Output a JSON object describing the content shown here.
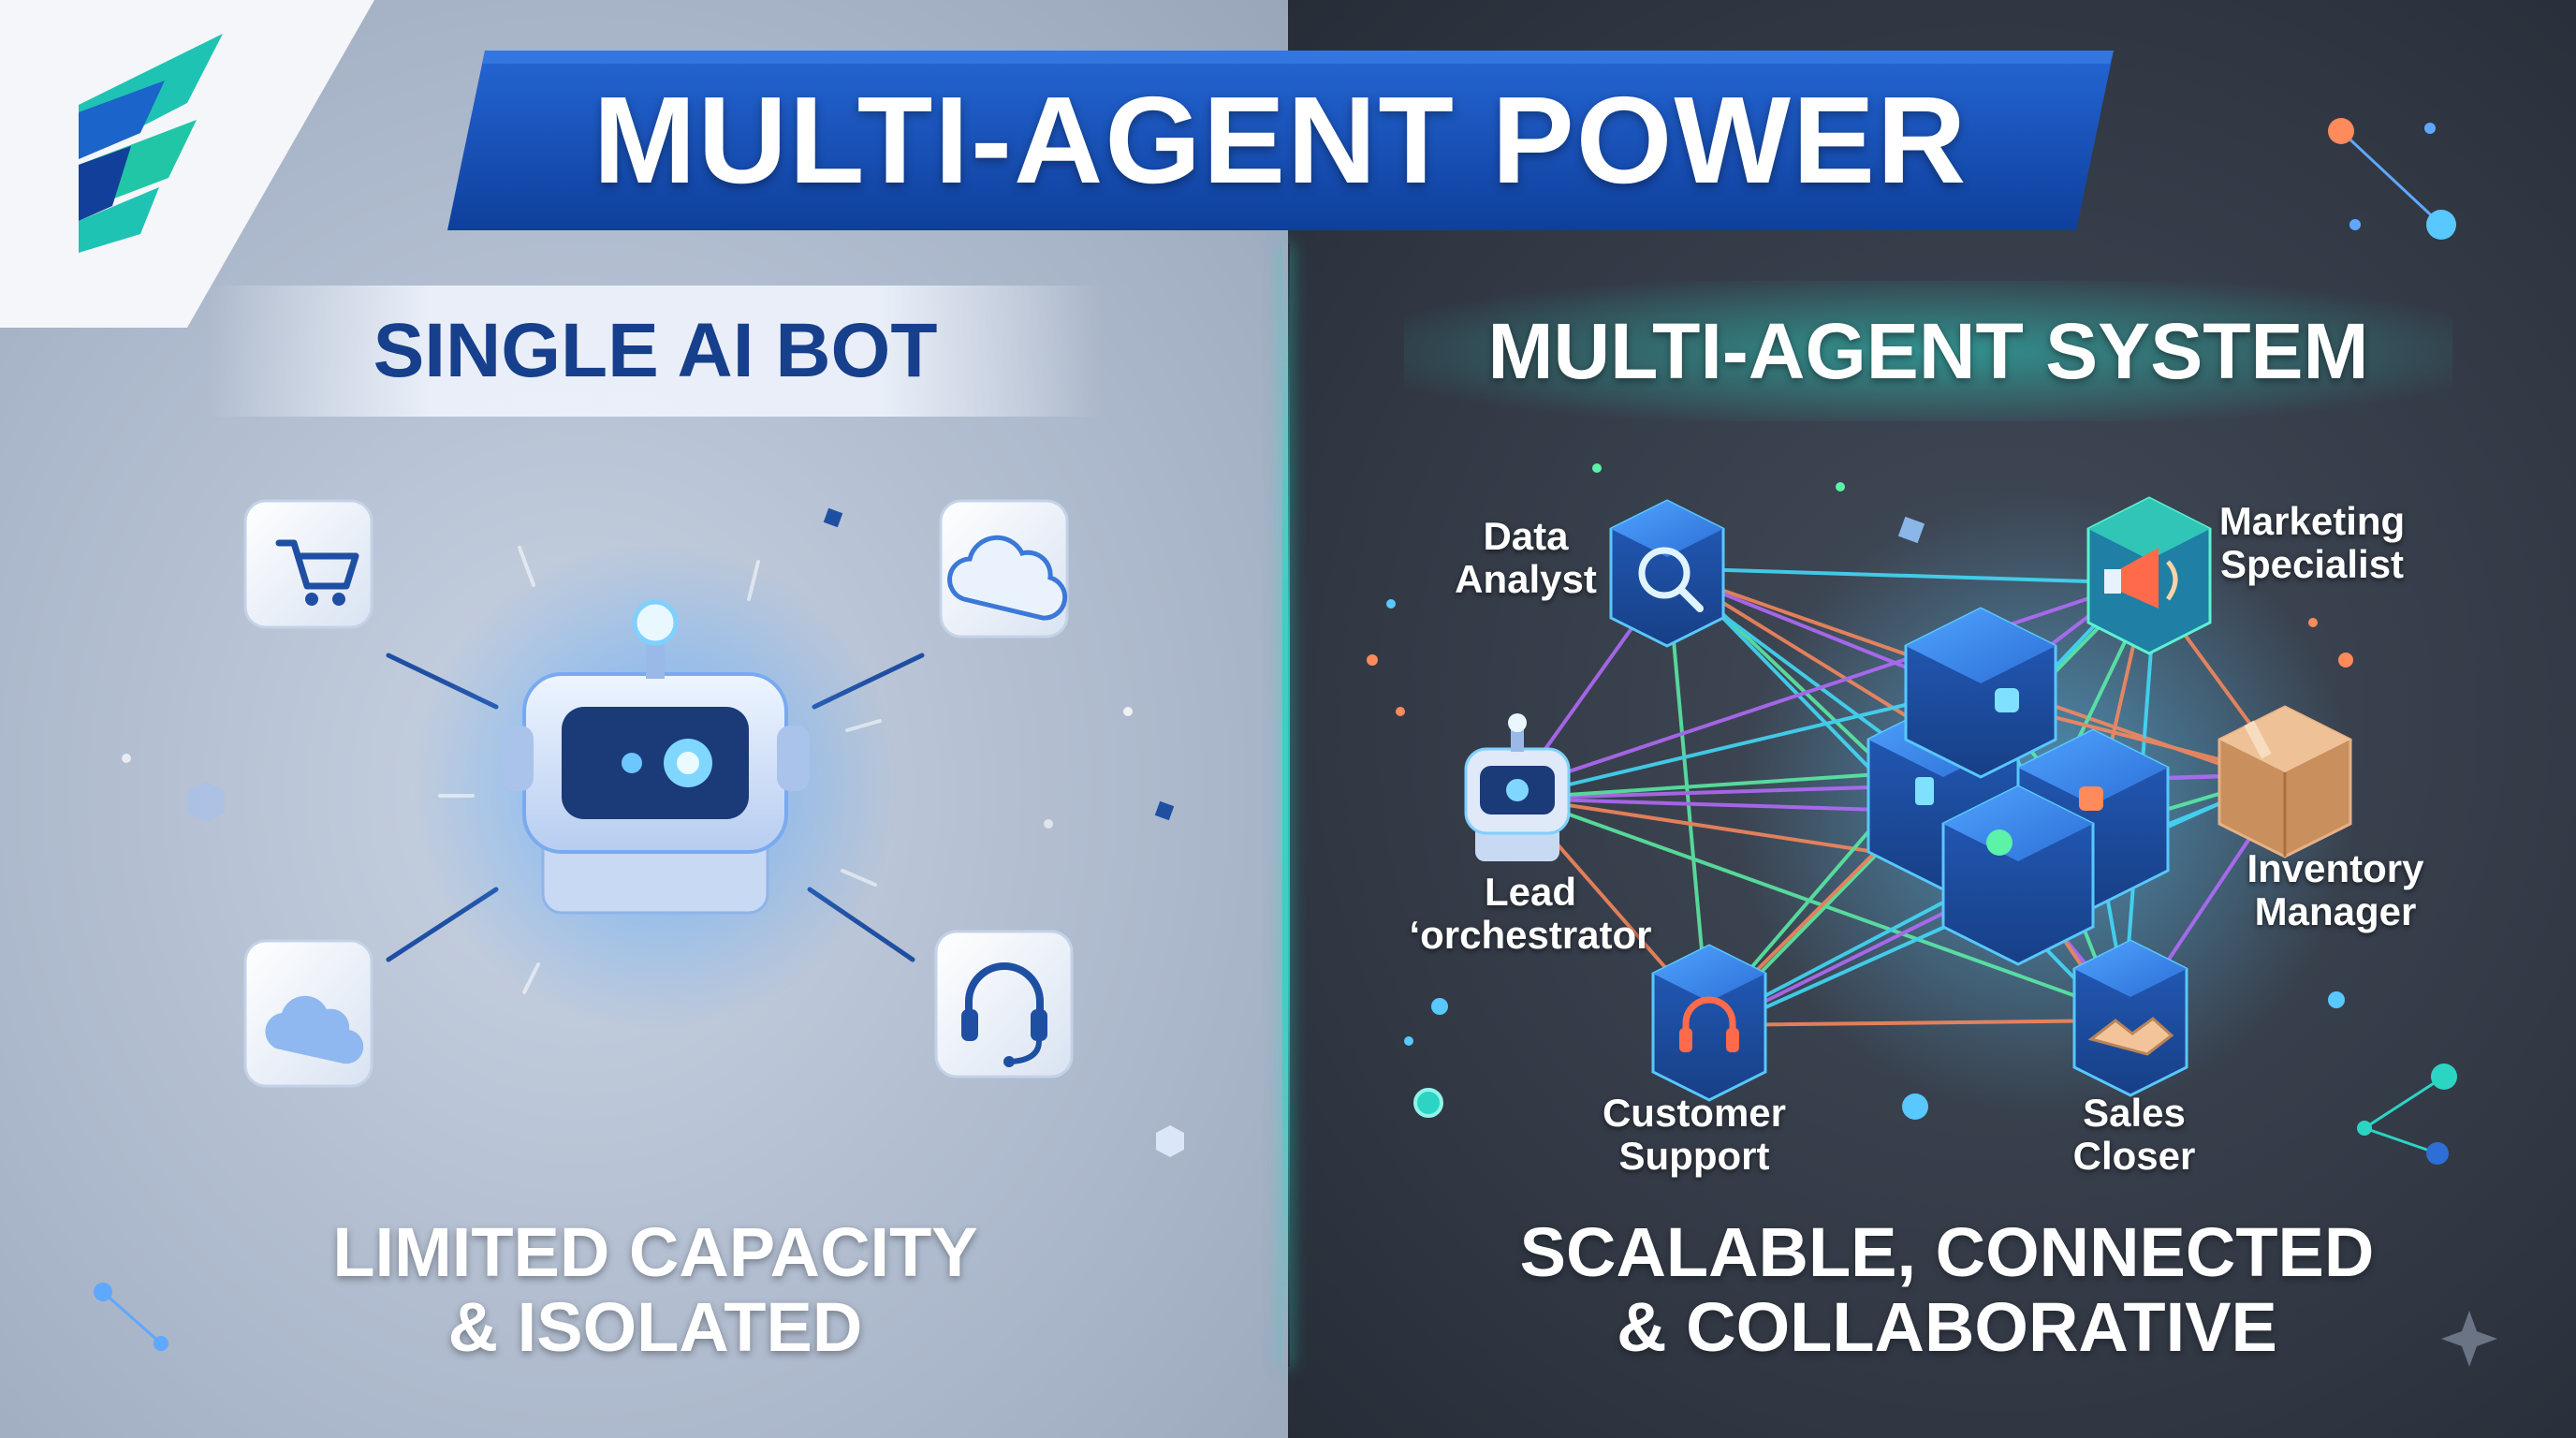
{
  "title": "MULTI-AGENT POWER",
  "left": {
    "heading": "SINGLE AI BOT",
    "caption_lines": [
      "LIMITED CAPACITY",
      "& ISOLATED"
    ]
  },
  "right": {
    "heading": "MULTI-AGENT SYSTEM",
    "caption_lines": [
      "SCALABLE, CONNECTED",
      "& COLLABORATIVE"
    ],
    "agents": {
      "data_analyst": [
        "Data",
        "Analyst"
      ],
      "marketing_specialist": [
        "Marketing",
        "Specialist"
      ],
      "lead_orchestrator": [
        "Lead",
        "‘orchestrator"
      ],
      "inventory_manager": [
        "Inventory",
        "Manager"
      ],
      "customer_support": [
        "Customer",
        "Support"
      ],
      "sales_closer": [
        "Sales",
        "Closer"
      ]
    }
  },
  "icons": {
    "left_tiles": [
      "shopping-cart-icon",
      "cloud-icon",
      "cloud-icon",
      "headset-icon"
    ],
    "center": "robot-icon",
    "agent_icons": [
      "magnifier-icon",
      "megaphone-icon",
      "robot-icon",
      "package-box-icon",
      "headset-icon",
      "handshake-icon"
    ]
  },
  "colors": {
    "title_banner": "#1752b8",
    "left_heading": "#163f8c",
    "accent_teal": "#2cd4c4",
    "cube_blue": "#2d6fd6",
    "link_colors": [
      "#43e0ff",
      "#b76cff",
      "#ff8a5c",
      "#5cf2a8"
    ]
  }
}
